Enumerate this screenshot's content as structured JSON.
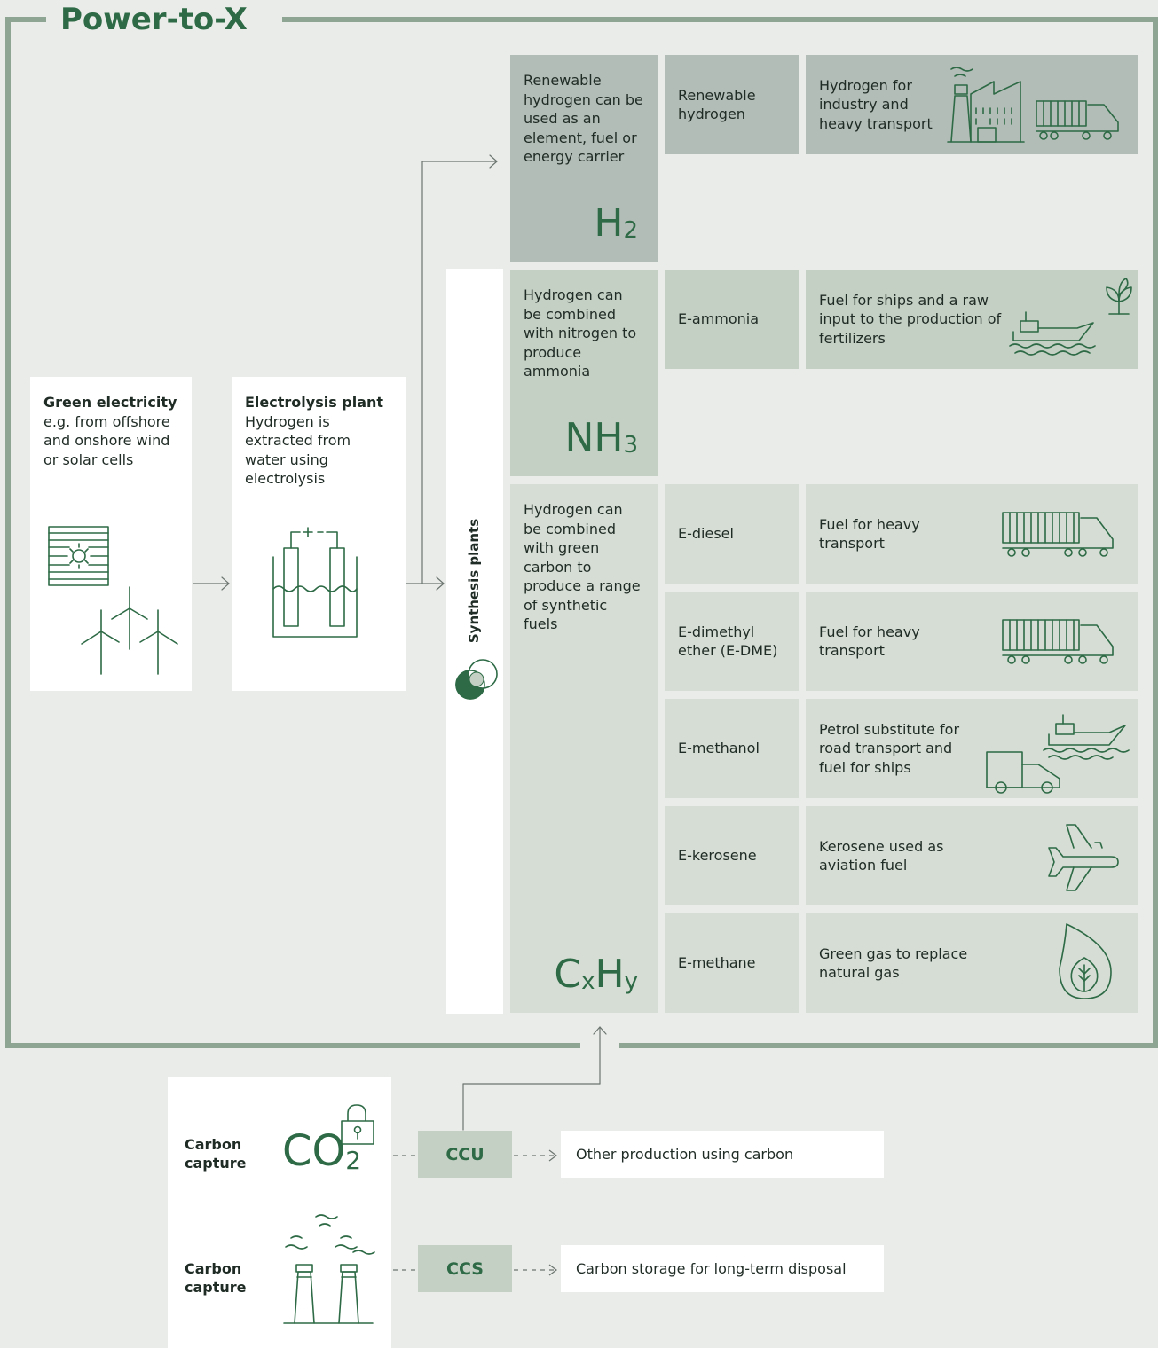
{
  "title": "Power-to-X",
  "inputs": {
    "green_electricity": {
      "heading": "Green electricity",
      "text": "e.g. from offshore and onshore wind or solar cells"
    },
    "electrolysis": {
      "heading": "Electrolysis plant",
      "text": "Hydrogen is extracted from water using electrolysis"
    }
  },
  "synthesis_label": "Synthesis plants",
  "groups": {
    "h2": {
      "desc": "Renewable hydrogen can be used as an element, fuel or energy carrier",
      "formula_main": "H",
      "formula_sub": "2"
    },
    "nh3": {
      "desc": "Hydrogen can be combined with nitrogen to produce ammonia",
      "formula_main": "NH",
      "formula_sub": "3"
    },
    "cxhy": {
      "desc": "Hydrogen can be combined with green carbon to produce a range of synthetic fuels",
      "formula_c": "C",
      "formula_x": "x",
      "formula_h": "H",
      "formula_y": "y"
    }
  },
  "products": [
    {
      "name": "Renewable hydrogen",
      "use": "Hydrogen for industry and heavy transport",
      "icon": "factory-truck-icon"
    },
    {
      "name": "E-ammonia",
      "use": "Fuel for ships and a raw input to the production of fertilizers",
      "icon": "ship-plant-icon"
    },
    {
      "name": "E-diesel",
      "use": "Fuel for heavy transport",
      "icon": "truck-icon"
    },
    {
      "name": "E-dimethyl ether (E-DME)",
      "use": "Fuel for heavy transport",
      "icon": "truck-icon"
    },
    {
      "name": "E-methanol",
      "use": "Petrol substitute for road transport and fuel for ships",
      "icon": "ship-van-icon"
    },
    {
      "name": "E-kerosene",
      "use": "Kerosene used as aviation fuel",
      "icon": "airplane-icon"
    },
    {
      "name": "E-methane",
      "use": "Green gas to replace natural gas",
      "icon": "flame-leaf-icon"
    }
  ],
  "carbon": {
    "capture_label_1": "Carbon capture",
    "capture_label_2": "Carbon capture",
    "co2_main": "CO",
    "co2_sub": "2",
    "ccu": "CCU",
    "ccs": "CCS",
    "ccu_dest": "Other production using carbon",
    "ccs_dest": "Carbon storage for long-term disposal"
  },
  "colors": {
    "accent": "#2d6a45",
    "frame": "#8fa593",
    "grey_box": "#b3bdb7",
    "green_box": "#c4d0c4",
    "pale_box": "#d5ddd4",
    "background": "#eaece9"
  }
}
